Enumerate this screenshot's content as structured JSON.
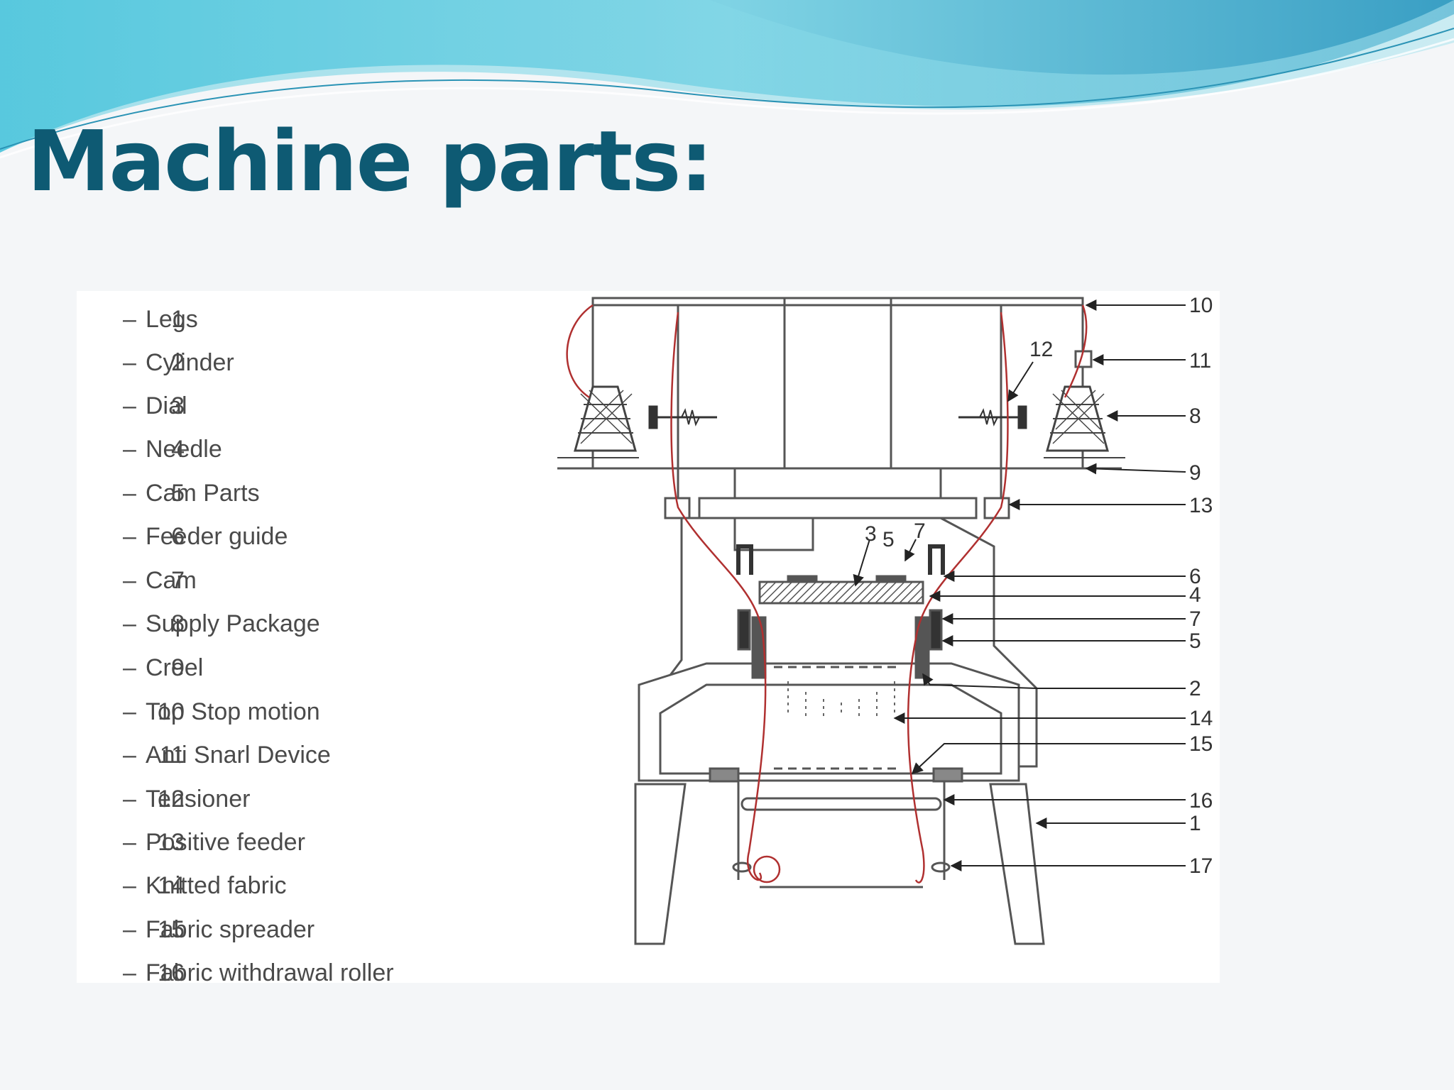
{
  "slide": {
    "title": "Machine parts:",
    "accent_color": "#0e5a73"
  },
  "legend": [
    {
      "number": "1",
      "label": "Legs"
    },
    {
      "number": "2",
      "label": "Cylinder"
    },
    {
      "number": "3",
      "label": "Dial"
    },
    {
      "number": "4",
      "label": "Needle"
    },
    {
      "number": "5",
      "label": "Cam Parts"
    },
    {
      "number": "6",
      "label": "Feeder guide"
    },
    {
      "number": "7",
      "label": "Cam"
    },
    {
      "number": "8",
      "label": "Supply Package"
    },
    {
      "number": "9",
      "label": "Creel"
    },
    {
      "number": "10",
      "label": "Top Stop motion"
    },
    {
      "number": "11",
      "label": "Anti Snarl Device"
    },
    {
      "number": "12",
      "label": "Tensioner"
    },
    {
      "number": "13",
      "label": "Positive feeder"
    },
    {
      "number": "14",
      "label": "Knitted fabric"
    },
    {
      "number": "15",
      "label": "Fabric spreader"
    },
    {
      "number": "16",
      "label": "Fabric withdrawal roller"
    }
  ],
  "callouts": {
    "c10": "10",
    "c11": "11",
    "c8": "8",
    "c9": "9",
    "c13": "13",
    "c6": "6",
    "c4": "4",
    "c7": "7",
    "c5": "5",
    "c2": "2",
    "c14": "14",
    "c15": "15",
    "c16": "16",
    "c1": "1",
    "c17": "17",
    "c12": "12",
    "c3": "3",
    "c5top": "5",
    "c7top": "7"
  }
}
